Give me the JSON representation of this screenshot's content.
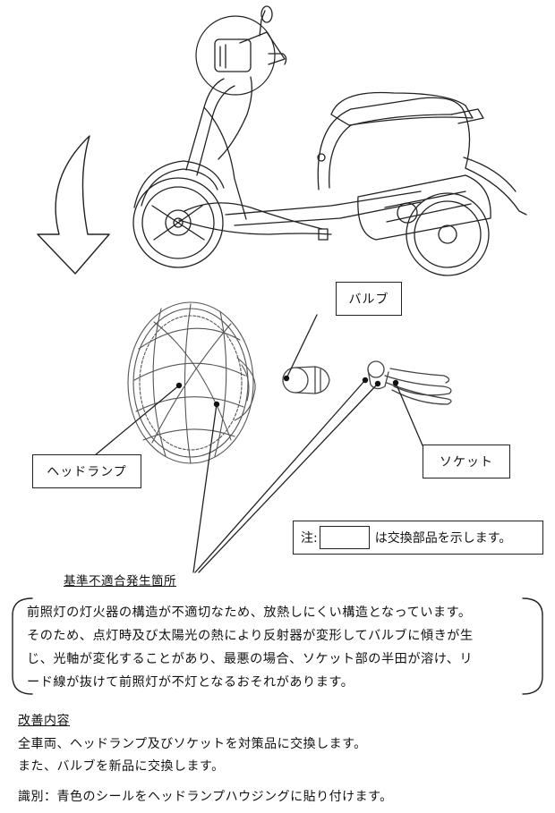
{
  "labels": {
    "bulb": "バルブ",
    "headlamp": "ヘッドランプ",
    "socket": "ソケット"
  },
  "note": {
    "prefix": "注:",
    "suffix": "は交換部品を示します。"
  },
  "defect_origin_label": "基準不適合発生箇所",
  "description": [
    "前照灯の灯火器の構造が不適切なため、放熱しにくい構造となっています。",
    "そのため、点灯時及び太陽光の熱により反射器が変形してバルブに傾きが生",
    "じ、光軸が変化することがあり、最悪の場合、ソケット部の半田が溶け、リ",
    "ード線が抜けて前照灯が不灯となるおそれがあります。"
  ],
  "improvement": {
    "title": "改善内容",
    "lines": [
      "全車両、ヘッドランプ及びソケットを対策品に交換します。",
      "また、バルブを新品に交換します。"
    ]
  },
  "identification": "識別：青色のシールをヘッドランプハウジングに貼り付けます。"
}
